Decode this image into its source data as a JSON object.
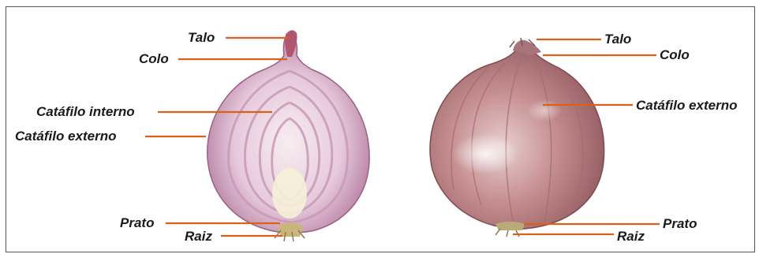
{
  "diagram": {
    "left_bulb": {
      "labels": {
        "talo": "Talo",
        "colo": "Colo",
        "catafilo_interno": "Catáfilo interno",
        "catafilo_externo": "Catáfilo externo",
        "prato": "Prato",
        "raiz": "Raiz"
      }
    },
    "right_bulb": {
      "labels": {
        "talo": "Talo",
        "colo": "Colo",
        "catafilo_externo": "Catáfilo externo",
        "prato": "Prato",
        "raiz": "Raiz"
      }
    }
  },
  "colors": {
    "leader_line": "#d9621a",
    "frame_border": "#555555",
    "onion_skin": "#b07a7e",
    "onion_inner": "#e9cfe0"
  }
}
